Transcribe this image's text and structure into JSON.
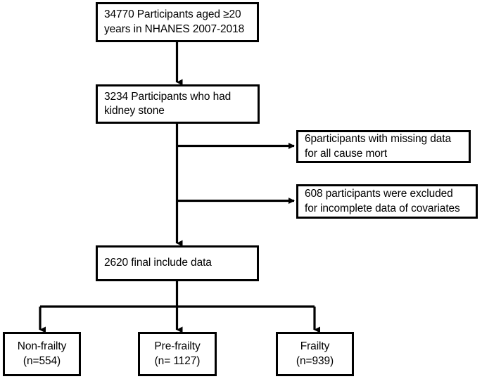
{
  "diagram": {
    "title": "NHANES kidney stone participant selection flow",
    "stroke_color": "#000000",
    "background_color": "#ffffff",
    "nodes": {
      "source": {
        "line1": "34770 Participants aged ≥20",
        "line2": "years in NHANES 2007-2018"
      },
      "kidney_stone": {
        "line1": "3234 Participants who had",
        "line2": "kidney stone"
      },
      "excluded_mortality": {
        "line1": "6participants with missing data",
        "line2": "for all cause mort"
      },
      "excluded_covariates": {
        "line1": "608 participants were excluded",
        "line2": "for incomplete data of covariates"
      },
      "final_included": {
        "line1": "2620 final include data"
      },
      "non_frailty": {
        "line1": "Non-frailty",
        "line2": "(n=554)"
      },
      "pre_frailty": {
        "line1": "Pre-frailty",
        "line2": "(n= 1127)"
      },
      "frailty": {
        "line1": "Frailty",
        "line2": "(n=939)"
      }
    },
    "connectors": {
      "source_to_stone": "arrow-down",
      "stone_to_excluded_mortality": "arrow-right",
      "stone_to_excluded_covariates": "arrow-right",
      "stone_to_final": "arrow-down",
      "final_to_non_frailty": "arrow-down",
      "final_to_pre_frailty": "arrow-down",
      "final_to_frailty": "arrow-down"
    }
  }
}
